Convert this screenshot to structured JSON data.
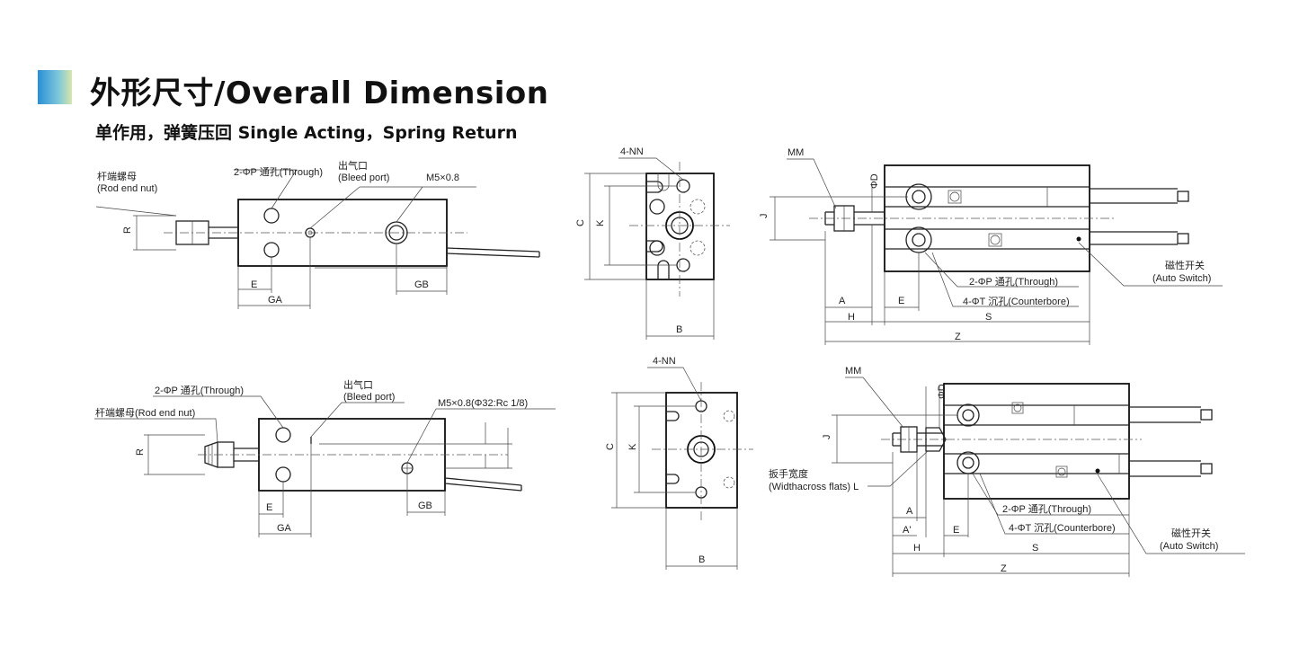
{
  "header": {
    "title": "外形尺寸/Overall Dimension",
    "subtitle": "单作用，弹簧压回  Single Acting，Spring Return"
  },
  "labels": {
    "rod_end_nut_cn": "杆端螺母",
    "rod_end_nut_en": "(Rod end nut)",
    "rod_end_nut_full": "杆端螺母(Rod end nut)",
    "through_hole": "2-ΦP 通孔(Through)",
    "bleed_port_cn": "出气口",
    "bleed_port_en": "(Bleed port)",
    "port_m5": "M5×0.8",
    "port_m5_32": "M5×0.8(Φ32:Rc 1/8)",
    "nn": "4-NN",
    "mm": "MM",
    "phi_d": "ΦD",
    "counterbore": "4-ΦT 沉孔(Counterbore)",
    "auto_switch_cn": "磁性开关",
    "auto_switch_en": "(Auto Switch)",
    "wrench_cn": "扳手宽度",
    "wrench_en": "(Widthacross flats) L"
  },
  "dims": {
    "R": "R",
    "E": "E",
    "GA": "GA",
    "GB": "GB",
    "C": "C",
    "K": "K",
    "B": "B",
    "J": "J",
    "A": "A",
    "A_prime": "A'",
    "H": "H",
    "S": "S",
    "Z": "Z"
  }
}
